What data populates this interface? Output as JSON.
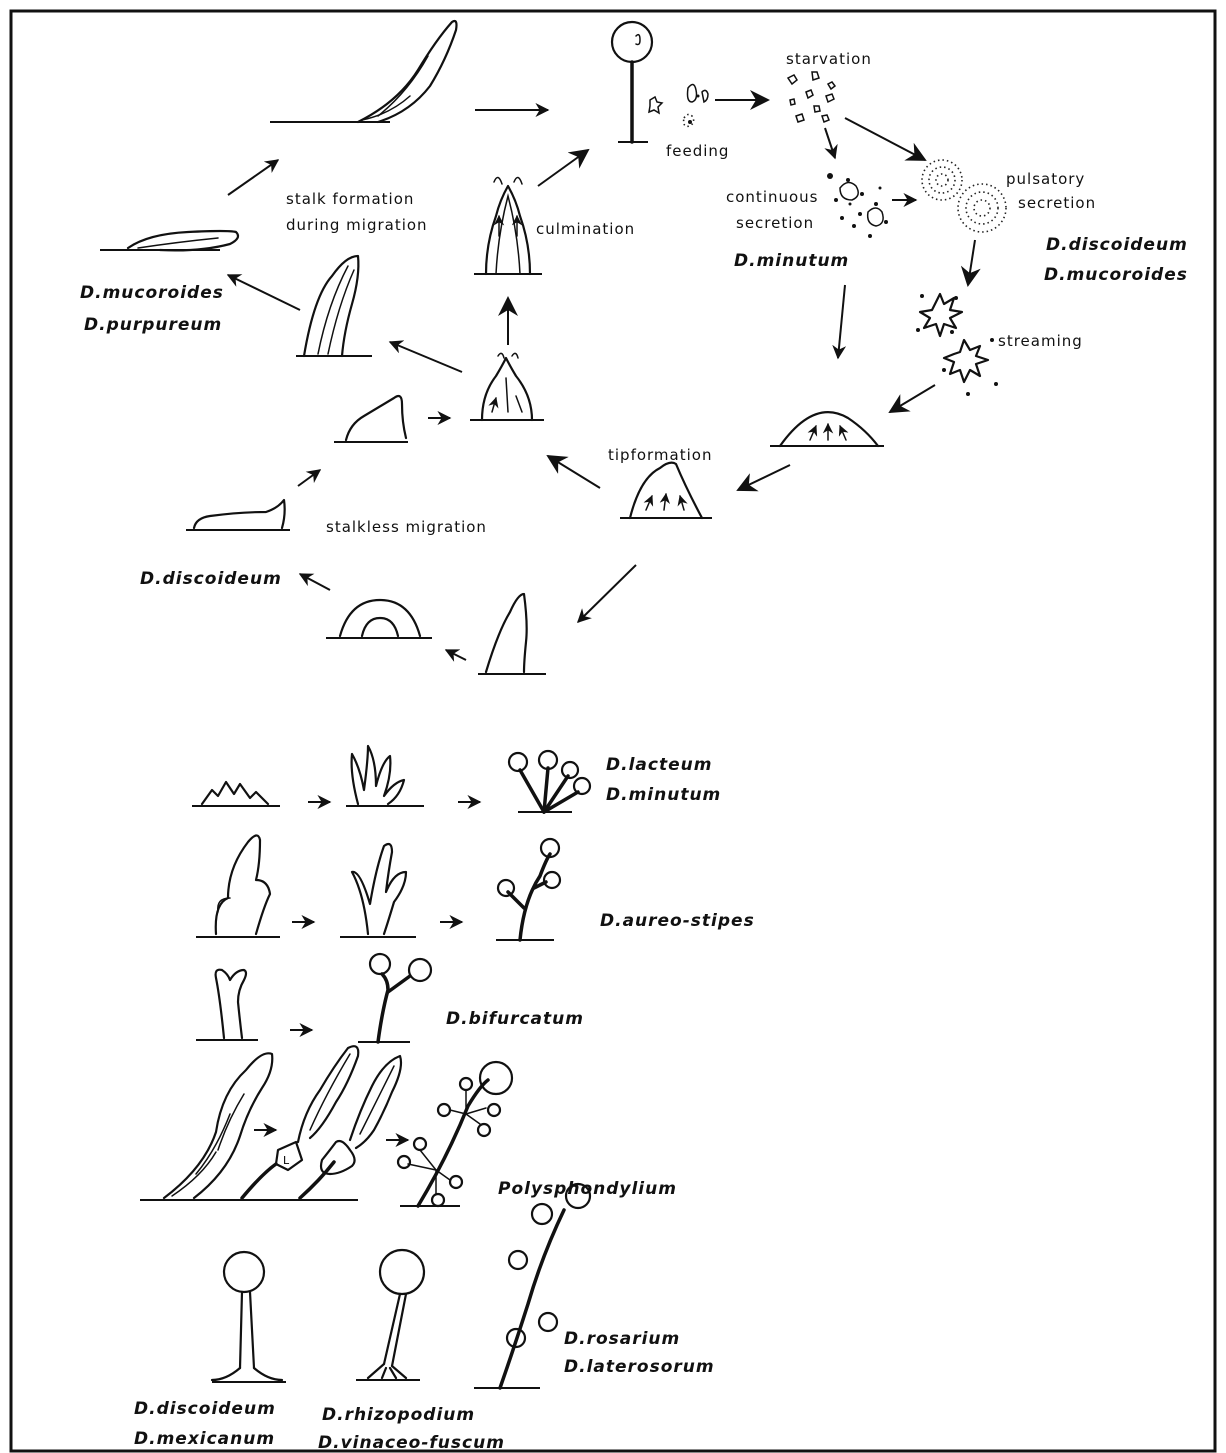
{
  "labels": {
    "starvation": "starvation",
    "feeding": "feeding",
    "stalk_formation_1": "stalk formation",
    "stalk_formation_2": "during migration",
    "culmination": "culmination",
    "continuous_1": "continuous",
    "continuous_2": "secretion",
    "pulsatory_1": "pulsatory",
    "pulsatory_2": "secretion",
    "streaming": "streaming",
    "tipformation": "tipformation",
    "stalkless": "stalkless migration"
  },
  "species": {
    "d_mucoroides_1": "D.mucoroides",
    "d_purpureum": "D.purpureum",
    "d_minutum_1": "D.minutum",
    "d_discoideum_1": "D.discoideum",
    "d_mucoroides_2": "D.mucoroides",
    "d_discoideum_2": "D.discoideum",
    "d_lacteum": "D.lacteum",
    "d_minutum_2": "D.minutum",
    "d_aureo_stipes": "D.aureo-stipes",
    "d_bifurcatum": "D.bifurcatum",
    "polysphondylium": "Polysphondylium",
    "d_discoideum_3": "D.discoideum",
    "d_mexicanum": "D.mexicanum",
    "d_rhizopodium": "D.rhizopodium",
    "d_vinaceo_fuscum": "D.vinaceo-fuscum",
    "d_rosarium": "D.rosarium",
    "d_laterosorum": "D.laterosorum"
  }
}
